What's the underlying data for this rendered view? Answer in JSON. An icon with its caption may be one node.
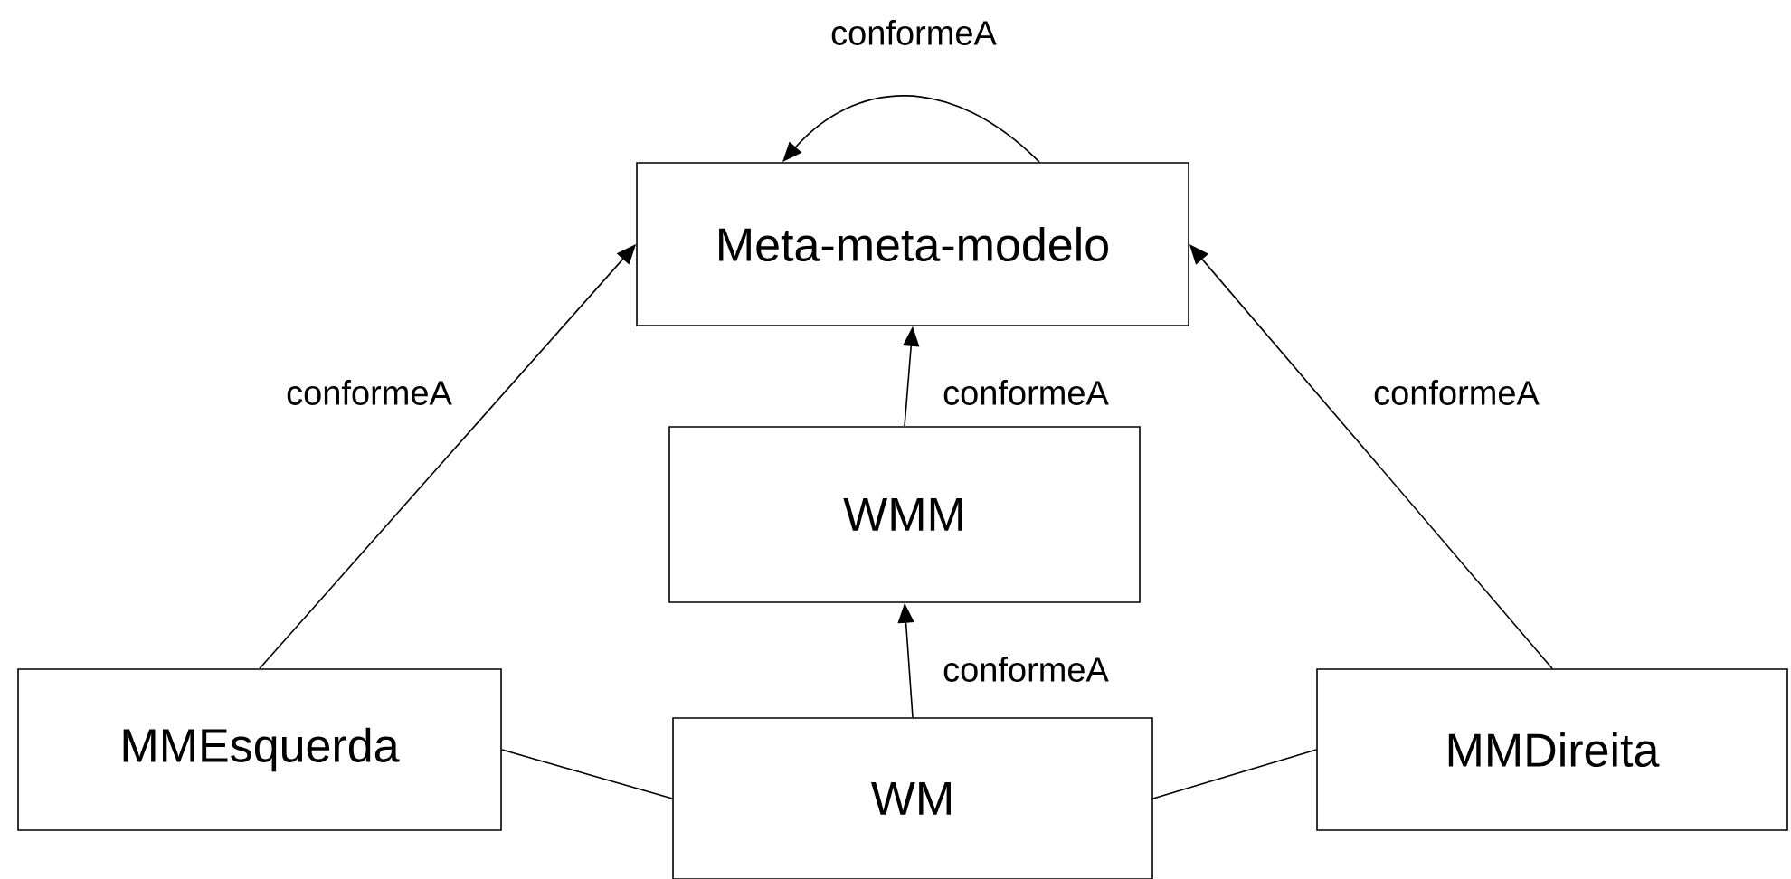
{
  "diagram": {
    "nodes": [
      {
        "text": [
          "Meta-meta-modelo"
        ]
      },
      {
        "text": [
          "WMM"
        ]
      },
      {
        "text": [
          "MMEsquerda"
        ]
      },
      {
        "text": [
          "WM"
        ]
      },
      {
        "text": [
          "MMDireita"
        ]
      }
    ],
    "edges": [
      {
        "from": 0,
        "to": 0,
        "arrow": "to",
        "label": "conformeA"
      },
      {
        "from": 1,
        "to": 0,
        "arrow": "to",
        "label": "conformeA"
      },
      {
        "from": 3,
        "to": 1,
        "arrow": "to",
        "label": "conformeA"
      },
      {
        "from": 2,
        "to": 0,
        "arrow": "to",
        "label": "conformeA"
      },
      {
        "from": 4,
        "to": 0,
        "arrow": "to",
        "label": "conformeA"
      },
      {
        "from": 2,
        "to": 3,
        "arrow": "none"
      },
      {
        "from": 4,
        "to": 3,
        "arrow": "none"
      }
    ]
  }
}
